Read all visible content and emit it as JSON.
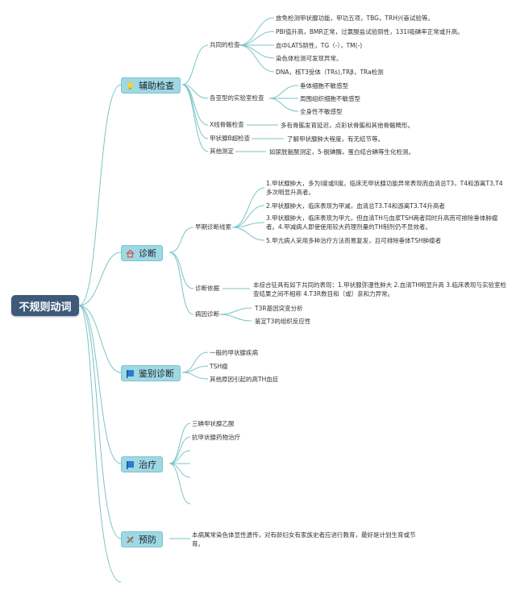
{
  "root": {
    "title": "不规则动词"
  },
  "topics": [
    {
      "id": "aux",
      "label": "辅助检查",
      "icon": "lightbulb-icon",
      "subs": [
        {
          "label": "共同的检查",
          "leaves": [
            "放免检测甲状腺功能，甲功五项，TBG，TRH兴奋试验等。",
            "PBI值升高，BMR正常，过氯酸盐试验阴性，131I吸碘率正常或升高。",
            "血中LATS阴性，TG（-），TM(-)",
            "染色体检测可发现异常。",
            "DNA，核T3受体（TRs),TRβ，TRa检测"
          ]
        },
        {
          "label": "各亚型的实验室检查",
          "leaves": [
            "垂体细胞不敏感型",
            "周围组织细胞不敏感型",
            "全身性不敏感型"
          ]
        },
        {
          "label": "X线骨骼检查",
          "leaves": [
            "多有骨骺发育延迟，点彩状骨骺和其他骨骼畸形。"
          ]
        },
        {
          "label": "甲状腺B超检查",
          "leaves": [
            "了解甲状腺肿大程度，有无结节等。"
          ]
        },
        {
          "label": "其他测定",
          "leaves": [
            "如尿胱氨酸测定，5-脱碘酶，蛋白结合碘等生化检测。"
          ]
        }
      ]
    },
    {
      "id": "diag",
      "label": "诊断",
      "icon": "home-icon",
      "subs": [
        {
          "label": "早期诊断线索",
          "leaves": [
            "1.甲状腺肿大，多为I度或II度。临床无甲状腺功能异常表现而血清总T3，T4和游离T3,T4多次明显升高者。",
            "2.甲状腺肿大，临床表现为甲减，血清总T3.T4和游离T3.T4升高者",
            "3.甲状腺肿大，临床表现为甲亢，但血清TH与血浆TSH两者同时升高而可排除垂体肿瘤者。4.甲减病人即使使用较大药理剂量的TH制剂仍不显效者。",
            "5.甲亢病人采用多种治疗方法而易复发，且可排除垂体TSH肿瘤者"
          ]
        },
        {
          "label": "诊断依据",
          "leaves": [
            "本综合征具有如下共同的表现：1.甲状腺弥漫性肿大 2.血清TH明显升高 3.临床表现与实验室检查结果之间不相称 4.T3R数目和（或）亲和力异常。"
          ]
        },
        {
          "label": "病因诊断",
          "leaves": [
            "T3R基因突变分析",
            "鉴定T3的组织反应性"
          ]
        }
      ]
    },
    {
      "id": "diff",
      "label": "鉴别诊断",
      "icon": "flag-icon",
      "leaves": [
        "一般的甲状腺疾病",
        "TSH瘤",
        "其他原因引起的高TH血症"
      ]
    },
    {
      "id": "treat",
      "label": "治疗",
      "icon": "flag-icon",
      "leaves": [
        "三碘甲状腺乙酸",
        "抗甲状腺药物治疗",
        "",
        "",
        "",
        ""
      ]
    },
    {
      "id": "prevent",
      "label": "预防",
      "icon": "tools-icon",
      "leaves": [
        "本病属常染色体显性遗传，对有龄妇女有家族史者应进行教育，最好是计划生育或节育。"
      ]
    }
  ]
}
